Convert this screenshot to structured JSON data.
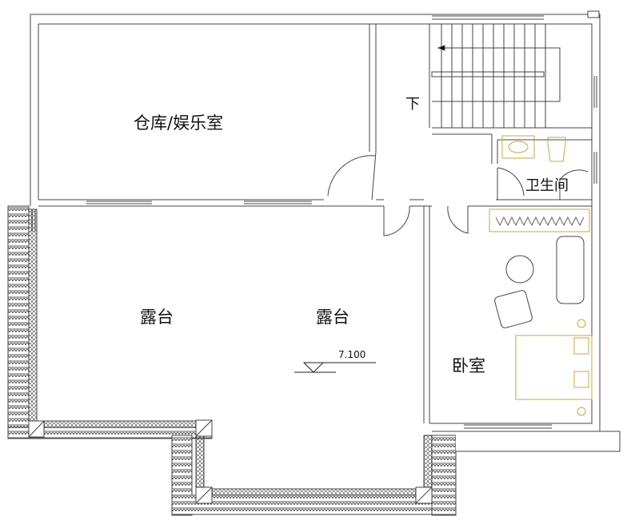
{
  "rooms": {
    "storage": "仓库/娱乐室",
    "stairs_down": "下",
    "bathroom": "卫生间",
    "terrace_left": "露台",
    "terrace_right": "露台",
    "bedroom": "卧室"
  },
  "elevation": "7.100",
  "colors": {
    "wall": "#444444",
    "fixture": "#c8a640"
  }
}
